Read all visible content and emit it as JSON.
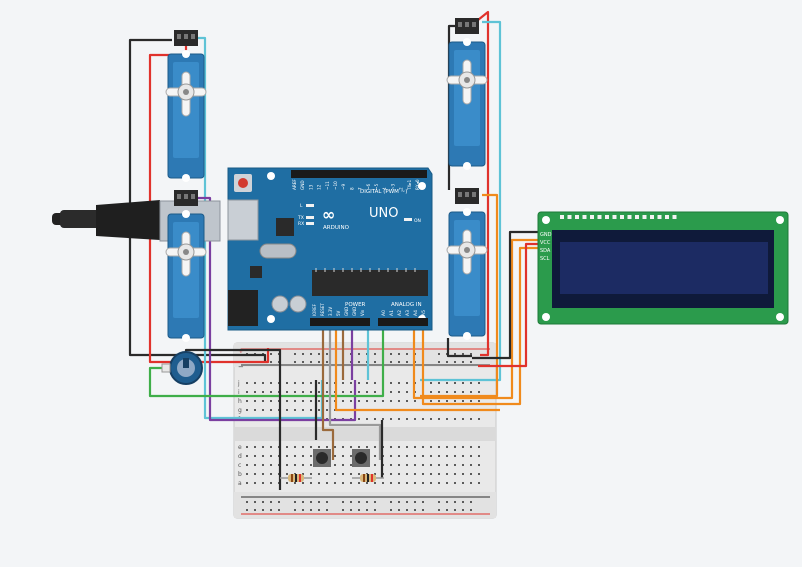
{
  "arduino": {
    "brand": "ARDUINO",
    "model": "UNO",
    "logo_text": "∞",
    "digital_label": "DIGITAL (PWM ~)",
    "power_label": "POWER",
    "analog_label": "ANALOG IN",
    "led_on": "ON",
    "led_l": "L",
    "led_tx": "TX",
    "led_rx": "RX",
    "top_pins": [
      "AREF",
      "GND",
      "13",
      "12",
      "~11",
      "~10",
      "~9",
      "8",
      "7",
      "~6",
      "~5",
      "4",
      "~3",
      "2",
      "TX▸1",
      "RX◂0"
    ],
    "power_pins": [
      "IOREF",
      "RESET",
      "3.3V",
      "5V",
      "GND",
      "GND",
      "Vin"
    ],
    "analog_pins": [
      "A0",
      "A1",
      "A2",
      "A3",
      "A4",
      "A5"
    ]
  },
  "lcd": {
    "pins": [
      "GND",
      "VCC",
      "SDA",
      "SCL"
    ]
  },
  "breadboard": {
    "row_letters_top": [
      "j",
      "i",
      "h",
      "g",
      "f"
    ],
    "row_letters_bottom": [
      "e",
      "d",
      "c",
      "b",
      "a"
    ],
    "rail_plus": "+",
    "rail_minus": "−"
  },
  "colors": {
    "arduino": "#1f6ea3",
    "servo": "#2d79b4",
    "lcd_board": "#2b9b4c",
    "lcd_screen": "#1c2b63",
    "wire_red": "#e0322c",
    "wire_black": "#2a2a2a",
    "wire_orange": "#f08a1c",
    "wire_cyan": "#5ec3d6",
    "wire_purple": "#7b3fa0",
    "wire_green": "#3fae49",
    "wire_gray": "#9a9a9a",
    "wire_brown": "#9b6a3c"
  }
}
